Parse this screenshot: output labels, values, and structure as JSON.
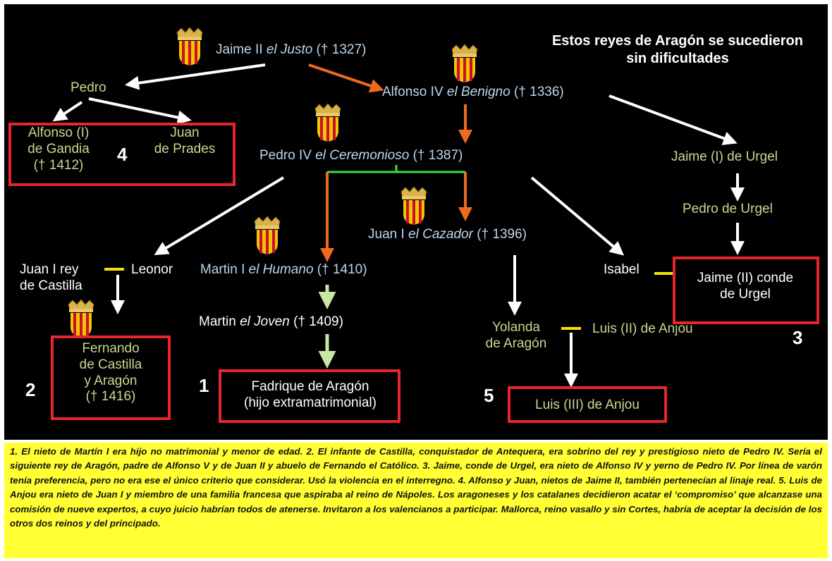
{
  "heading": {
    "line1": "Estos reyes de Aragón se sucedieron",
    "line2": "sin dificultades"
  },
  "people": {
    "jaime2": {
      "name": "Jaime II ",
      "epithet": "el Justo",
      "date": " († 1327)"
    },
    "alfonso4": {
      "name": "Alfonso IV ",
      "epithet": "el Benigno",
      "date": " († 1336)"
    },
    "pedro4": {
      "name": "Pedro IV ",
      "epithet": "el Ceremonioso",
      "date": " († 1387)"
    },
    "juan1": {
      "name": "Juan I ",
      "epithet": "el Cazador",
      "date": "  († 1396)"
    },
    "martin1": {
      "name": "Martin I ",
      "epithet": "el Humano",
      "date": " († 1410)"
    },
    "martin_joven": {
      "name": "Martin ",
      "epithet": "el Joven",
      "date": " († 1409)"
    },
    "pedro": "Pedro",
    "alfonso_gandia": [
      "Alfonso (I)",
      "de Gandia",
      "(† 1412)"
    ],
    "juan_prades": [
      "Juan",
      "de Prades"
    ],
    "jaime_urgel_1": "Jaime (I) de Urgel",
    "pedro_urgel": "Pedro de Urgel",
    "jaime_urgel_2": [
      "Jaime (II) conde",
      "de Urgel"
    ],
    "isabel": "Isabel",
    "juan1_castilla": [
      "Juan I rey",
      "de Castilla"
    ],
    "leonor": "Leonor",
    "fernando": [
      "Fernando",
      "de Castilla",
      "y Aragón",
      "(† 1416)"
    ],
    "fadrique": [
      "Fadrique de Aragón",
      "(hijo extramatrimonial)"
    ],
    "yolanda": [
      "Yolanda",
      "de Aragón"
    ],
    "luis2": "Luis (II) de Anjou",
    "luis3": "Luis (III) de Anjou"
  },
  "candidate_numbers": {
    "n1": "1",
    "n2": "2",
    "n3": "3",
    "n4": "4",
    "n5": "5"
  },
  "caption": "1. El nieto de Martín I era hijo no matrimonial y menor de edad. 2. El infante de Castilla, conquistador de Antequera, era sobrino del rey y prestigioso nieto de Pedro IV.  Sería el siguiente rey de Aragón, padre de Alfonso V y de Juan II y abuelo de Fernando el Católico. 3. Jaime, conde de Urgel, era nieto de Alfonso IV y yerno de Pedro IV. Por línea de varón tenía preferencia, pero no era ese el único criterio que considerar. Usó la violencia en el interregno. 4. Alfonso y  Juan, nietos de Jaime II, también pertenecían al linaje real. 5. Luis de Anjou era nieto de Juan I y miembro de una familia francesa que aspiraba al reino de Nápoles. Los aragoneses y los catalanes decidieron acatar el ‘compromiso’ que alcanzase una comisión de nueve expertos, a cuyo juicio habrían todos de atenerse. Invitaron a los valencianos a participar. Mallorca, reino vasallo y sin Cortes, habría de aceptar la decisión de los otros dos reinos y del principado.",
  "colors": {
    "background": "#000000",
    "caption_bg": "#ffff33",
    "box_border": "#e8242c",
    "succession_arrow": "#ee6a1e",
    "marriage_line": "#f5e10a",
    "sibling_line": "#3fdc3f",
    "light_green_arrow": "#c8e6a4",
    "name_blue": "#bcd7ec",
    "name_green": "#c8d88f"
  }
}
